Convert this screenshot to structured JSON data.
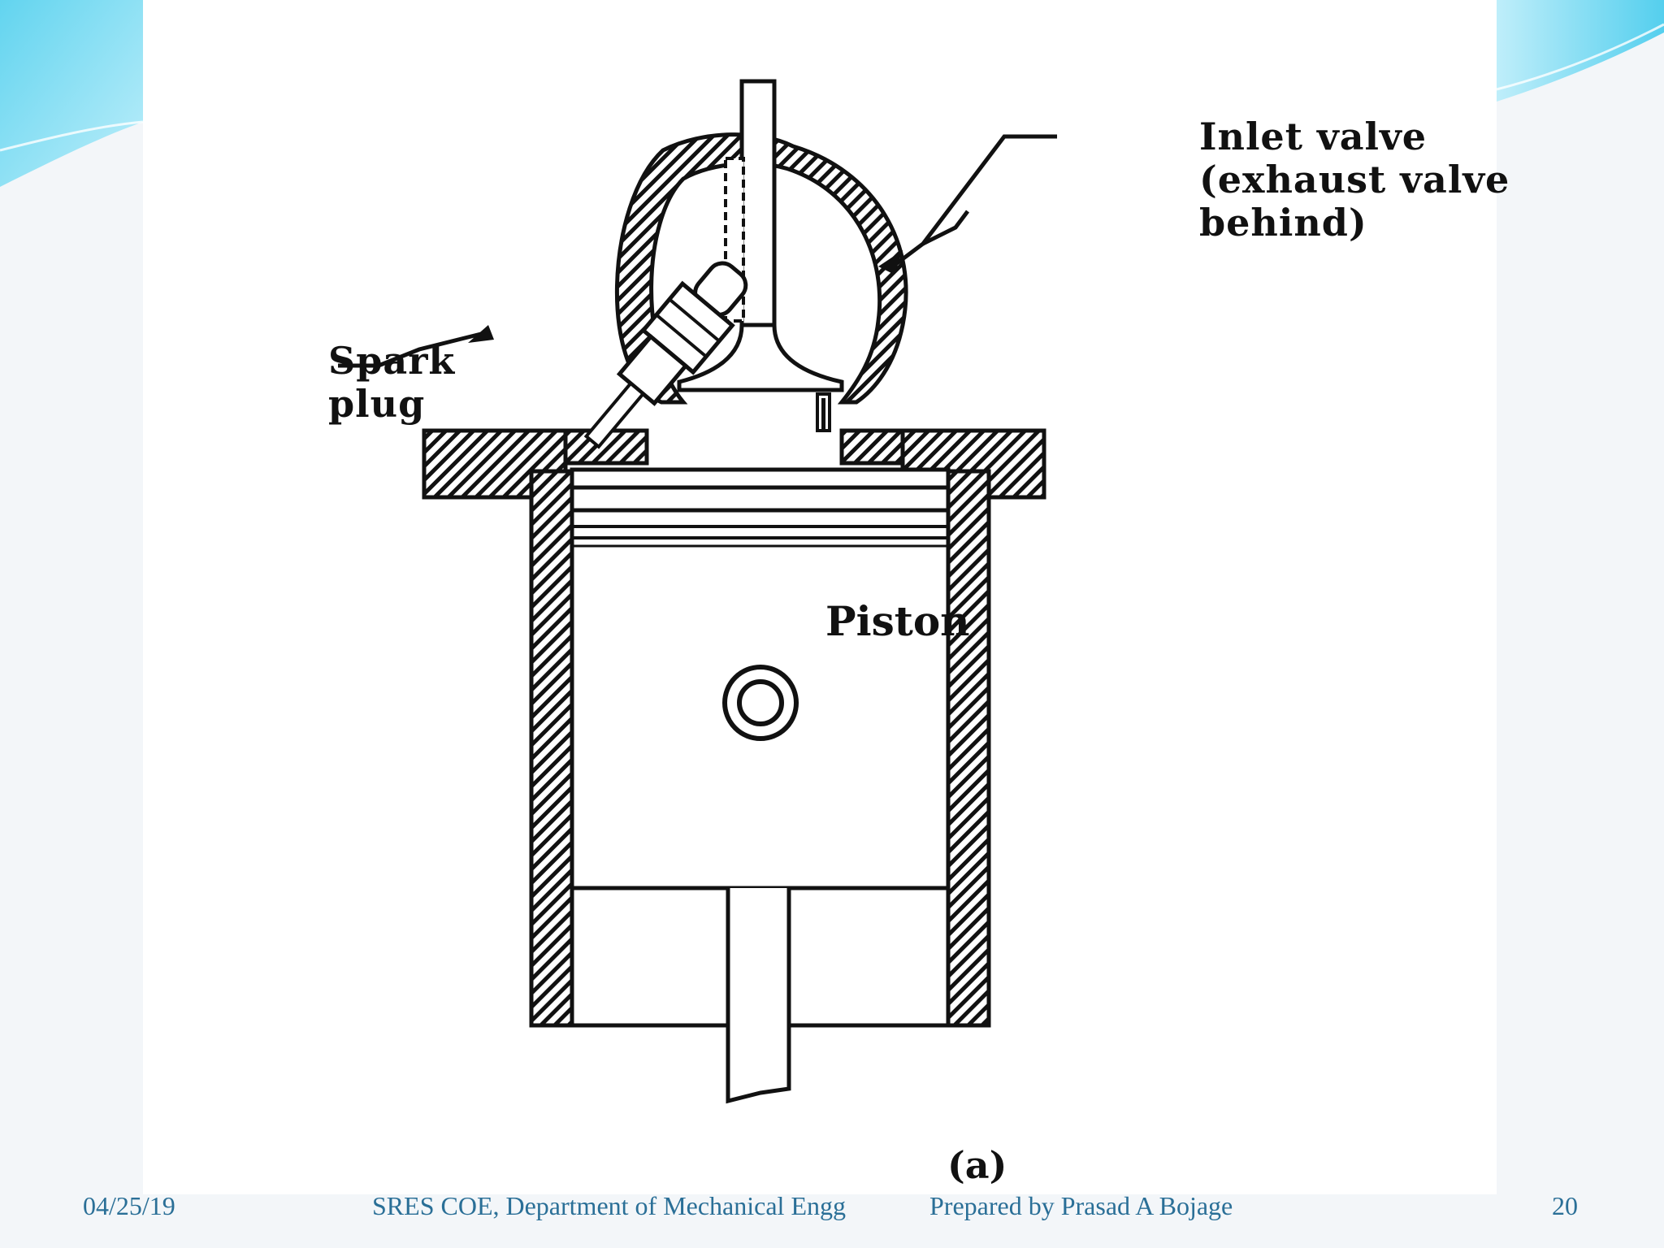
{
  "diagram": {
    "labels": {
      "inlet_valve": [
        "Inlet valve",
        "(exhaust valve",
        "behind)"
      ],
      "spark_plug": [
        "Spark",
        "plug"
      ],
      "piston": "Piston",
      "sublabel": "(a)"
    }
  },
  "footer": {
    "date": "04/25/19",
    "department": "SRES COE, Department of Mechanical Engg",
    "prepared_by": "Prepared by Prasad A Bojage",
    "page_number": "20"
  },
  "colors": {
    "background": "#f3f6f9",
    "panel": "#ffffff",
    "accent_cyan": "#5fd3ee",
    "footer_text": "#2a6f97",
    "ink": "#111111"
  }
}
